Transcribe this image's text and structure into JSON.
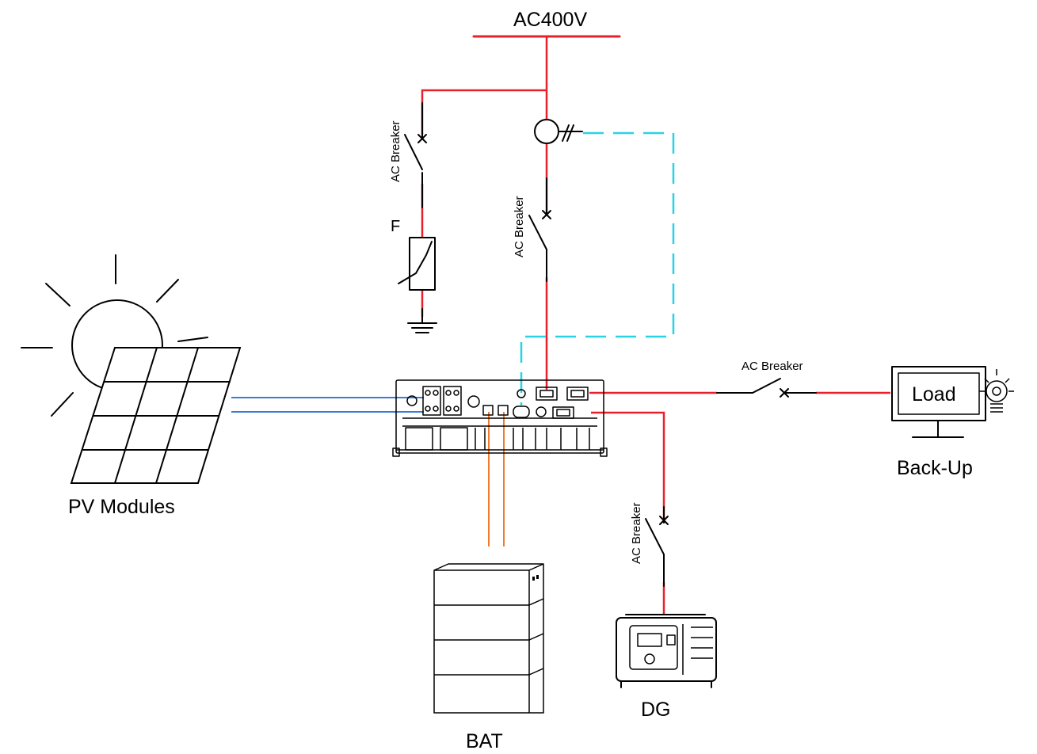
{
  "labels": {
    "grid": "AC400V",
    "grid_breaker": "AC Breaker",
    "spd_breaker": "AC Breaker",
    "spd": "F",
    "backup_breaker": "AC Breaker",
    "dg_breaker": "AC Breaker",
    "load": "Load",
    "backup": "Back-Up",
    "pv": "PV Modules",
    "bat": "BAT",
    "dg": "DG"
  },
  "colors": {
    "ac_line": "#e8202a",
    "comm_line": "#29d3e6",
    "pv_line": "#3a7bd5",
    "bat_line": "#f07a2a"
  },
  "icons": [
    "sun-icon",
    "solar-panel-icon",
    "inverter-icon",
    "battery-cabinet-icon",
    "generator-icon",
    "monitor-icon",
    "lightbulb-icon",
    "ct-meter-icon",
    "surge-protector-icon",
    "ground-icon"
  ]
}
